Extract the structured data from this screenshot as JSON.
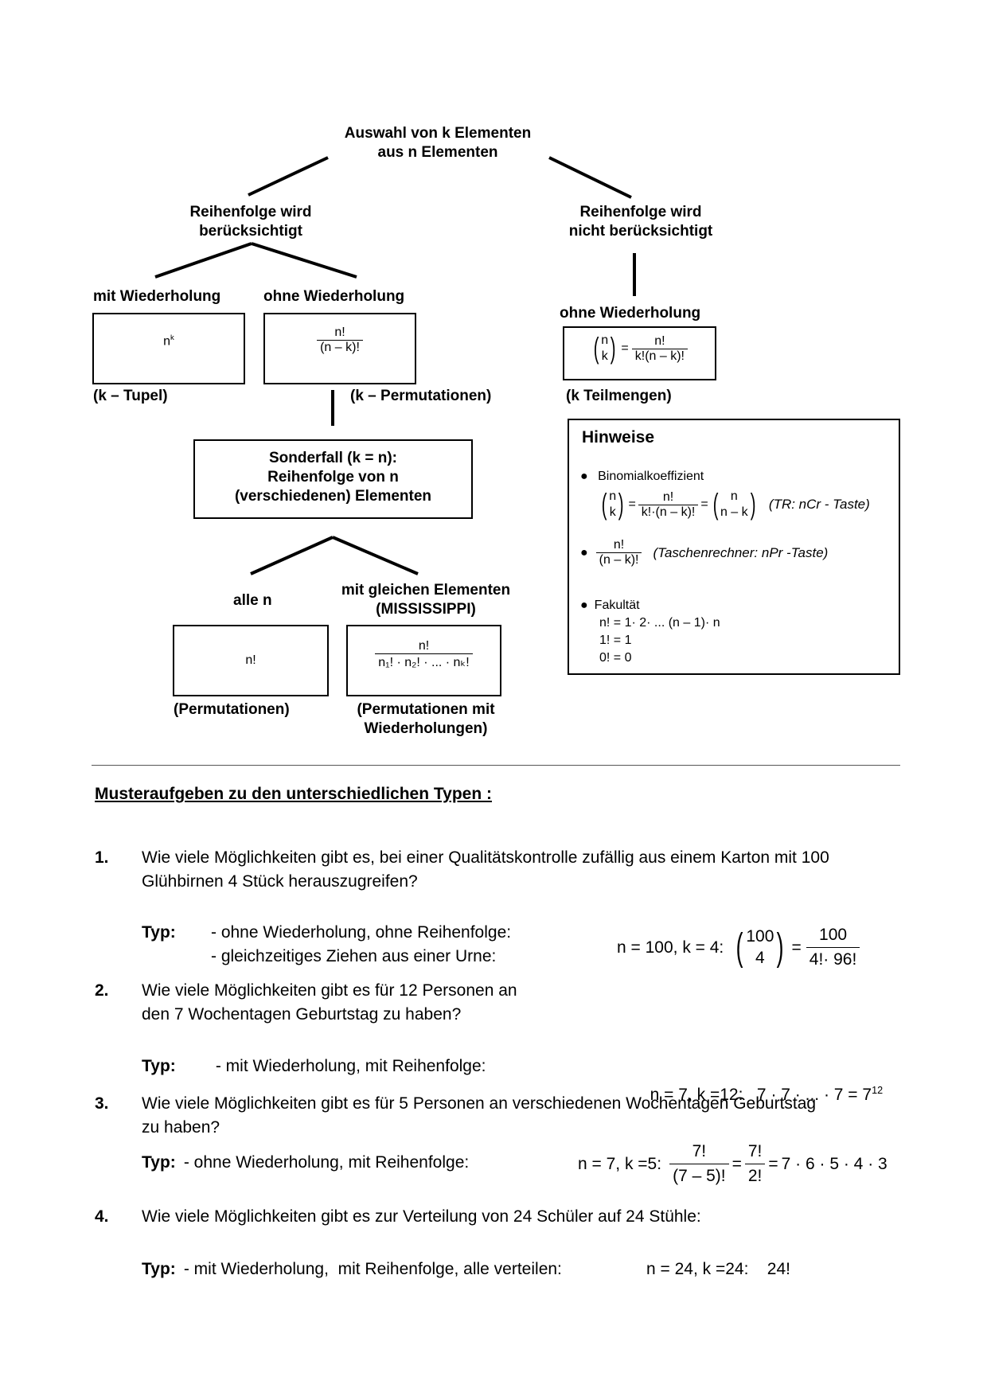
{
  "tree": {
    "root_line1": "Auswahl von k Elementen",
    "root_line2": "aus n  Elementen",
    "left_branch_line1": "Reihenfolge wird",
    "left_branch_line2": "berücksichtigt",
    "right_branch_line1": "Reihenfolge wird",
    "right_branch_line2": "nicht berücksichtigt",
    "mit_wdh": "mit Wiederholung",
    "ohne_wdh": "ohne Wiederholung",
    "ohne_wdh_right": "ohne Wiederholung",
    "tupel_label": "(k – Tupel)",
    "perm_label": "(k – Permutationen)",
    "teilmengen_label": "(k Teilmengen)",
    "formula_nk_base": "n",
    "formula_nk_exp": "k",
    "formula_perm_num": "n!",
    "formula_perm_den": "(n – k)!",
    "formula_binom_top": "n",
    "formula_binom_bottom": "k",
    "formula_binom_eq": "=",
    "formula_binom_num": "n!",
    "formula_binom_den": "k!(n – k)!",
    "sonderfall_line1": "Sonderfall (k = n):",
    "sonderfall_line2": "Reihenfolge von n",
    "sonderfall_line3": "(verschiedenen) Elementen",
    "alle_n": "alle n",
    "gleiche_line1": "mit gleichen Elementen",
    "gleiche_line2": "(MISSISSIPPI)",
    "formula_nfak": "n!",
    "formula_multi_num": "n!",
    "formula_multi_den": "n₁! · n₂! · ... · nₖ!",
    "permutationen_label": "(Permutationen)",
    "perm_wdh_line1": "(Permutationen mit",
    "perm_wdh_line2": "Wiederholungen)"
  },
  "hinweise": {
    "title": "Hinweise",
    "item1_title": "Binomialkoeffizient",
    "item1_top": "n",
    "item1_bottom": "k",
    "item1_eq1": "=",
    "item1_num": "n!",
    "item1_den": "k!·(n – k)!",
    "item1_eq2": "=",
    "item1_top2": "n",
    "item1_bottom2": "n – k",
    "item1_note": "(TR: nCr - Taste)",
    "item2_num": "n!",
    "item2_den": "(n – k)!",
    "item2_note": "(Taschenrechner: nPr -Taste)",
    "item3_title": "Fakultät",
    "item3_line1": "n! = 1· 2· ... (n – 1)· n",
    "item3_line2": "1! = 1",
    "item3_line3": "0! = 0"
  },
  "section_title": "Musteraufgeben zu den unterschiedlichen Typen :",
  "tasks": [
    {
      "num": "1.",
      "text_line1": "Wie viele Möglichkeiten gibt es, bei einer Qualitätskontrolle zufällig aus einem Karton mit 100",
      "text_line2": "Glühbirnen 4 Stück herauszugreifen?",
      "typ_label": "Typ:",
      "typ_line1": "- ohne Wiederholung, ohne Reihenfolge:",
      "typ_line2": "- gleichzeitiges Ziehen aus einer Urne:",
      "calc_prefix": "n = 100, k = 4:",
      "binom_top": "100",
      "binom_bottom": "4",
      "eq": "=",
      "frac_num": "100",
      "frac_den": "4!· 96!"
    },
    {
      "num": "2.",
      "text_line1": "Wie viele Möglichkeiten gibt es für 12 Personen an",
      "text_line2": "den 7 Wochentagen Geburtstag zu haben?",
      "typ_label": "Typ:",
      "typ_line1": " - mit Wiederholung, mit Reihenfolge:",
      "calc": "n = 7, k =12:   7 · 7 · ... · 7 = 7",
      "calc_exp": "12"
    },
    {
      "num": "3.",
      "text_line1": "Wie viele Möglichkeiten gibt es für 5 Personen an verschiedenen Wochentagen Geburtstag",
      "text_line2": "zu haben?",
      "typ_label": "Typ:",
      "typ_line1": " - ohne Wiederholung, mit Reihenfolge:",
      "calc_prefix": "n = 7, k =5:",
      "frac1_num": "7!",
      "frac1_den": "(7 – 5)!",
      "eq1": "=",
      "frac2_num": "7!",
      "frac2_den": "2!",
      "eq2": "=",
      "result": "7 · 6 · 5 · 4 · 3"
    },
    {
      "num": "4.",
      "text_line1": "Wie viele Möglichkeiten gibt es zur Verteilung von 24 Schüler auf 24 Stühle:",
      "typ_label": "Typ:",
      "typ_line1": " - mit Wiederholung,  mit Reihenfolge, alle verteilen:",
      "calc": "n = 24, k =24:    24!"
    }
  ]
}
